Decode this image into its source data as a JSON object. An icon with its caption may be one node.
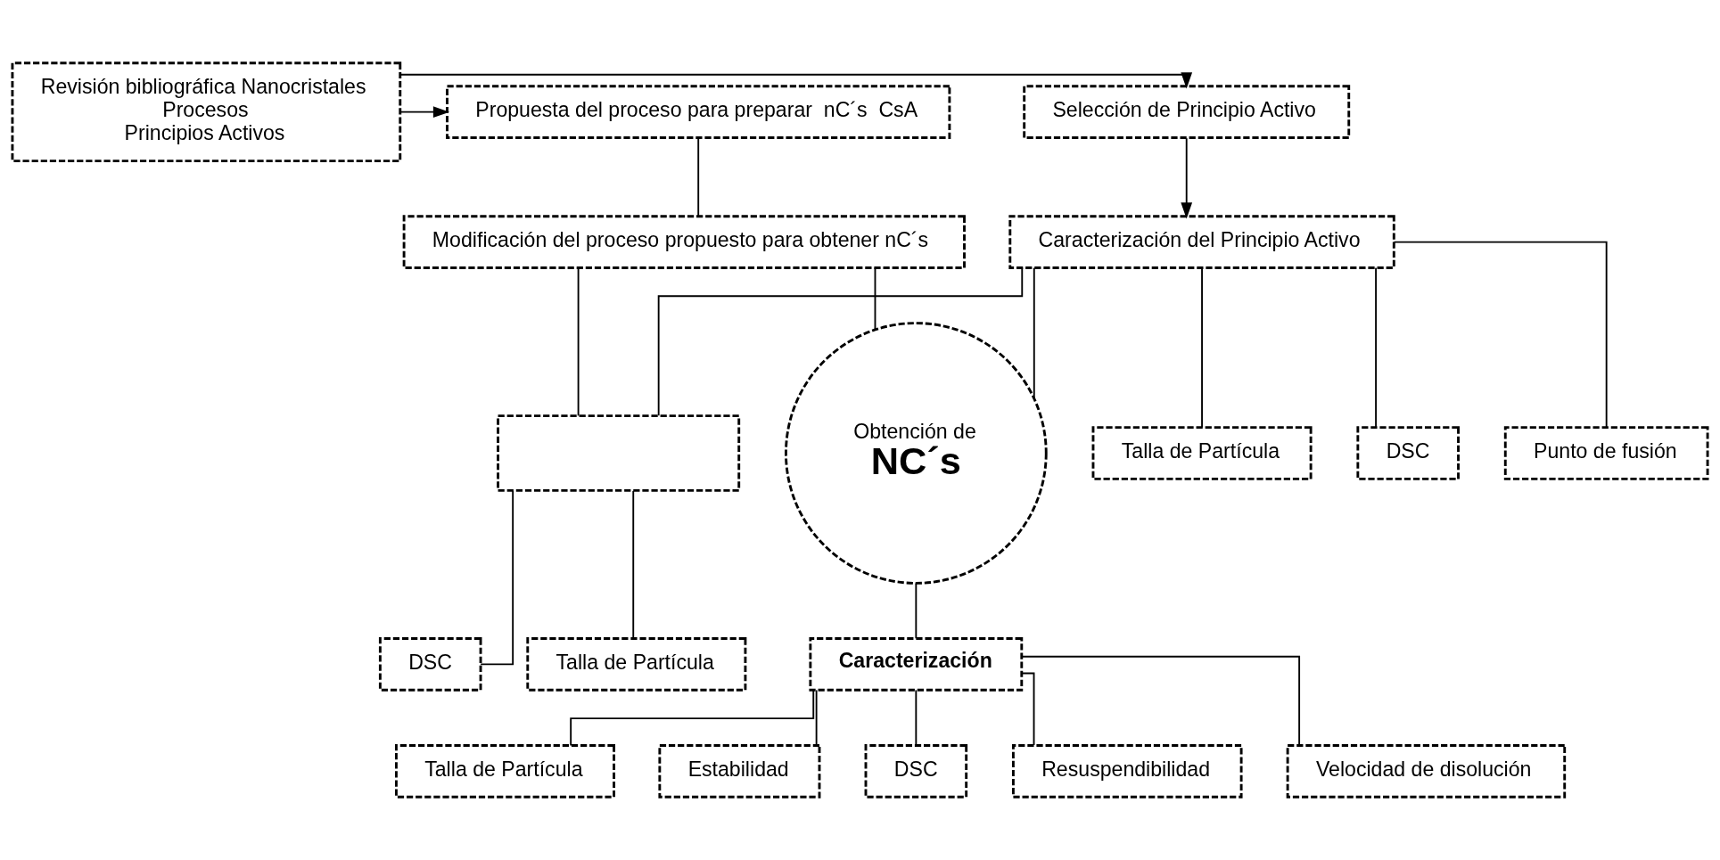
{
  "diagram": {
    "nodes": [
      {
        "text": [
          "Revisión bibliográfica Nanocristales",
          "Procesos",
          "Principios Activos"
        ]
      },
      {
        "text": [
          "Selección de Principio Activo"
        ]
      },
      {
        "text": [
          "Propuesta del proceso para preparar  nC´s  CsA"
        ]
      },
      {
        "text": [
          "Caracterización del Principio Activo"
        ]
      },
      {
        "text": [
          "Modificación del proceso propuesto para obtener nC´s"
        ]
      },
      {
        "text": [
          "Obtención de",
          "NC´s"
        ]
      },
      {
        "text": [
          "Talla de Partícula"
        ]
      },
      {
        "text": [
          "DSC"
        ]
      },
      {
        "text": [
          "Punto de fusión"
        ]
      },
      {
        "text": [
          "Caracterización"
        ]
      },
      {
        "text": [],
        "shape": "box"
      },
      {
        "text": [
          "Talla de Partícula"
        ]
      },
      {
        "text": [
          "DSC"
        ]
      },
      {
        "text": [
          "Talla de Partícula"
        ]
      },
      {
        "text": [
          "Estabilidad"
        ]
      },
      {
        "text": [
          "DSC"
        ]
      },
      {
        "text": [
          "Resuspendibilidad"
        ]
      },
      {
        "text": [
          "Velocidad de disolución"
        ]
      }
    ],
    "edges": [
      {
        "from": 0,
        "to": 1,
        "arrow": "to"
      },
      {
        "from": 0,
        "to": 2,
        "arrow": "to"
      },
      {
        "from": 1,
        "to": 3,
        "arrow": "to"
      },
      {
        "from": 2,
        "to": 4,
        "arrow": "none"
      },
      {
        "from": 3,
        "to": 5,
        "arrow": "none"
      },
      {
        "from": 4,
        "to": 5,
        "arrow": "none"
      },
      {
        "from": 3,
        "to": 10,
        "arrow": "none"
      },
      {
        "from": 4,
        "to": 10,
        "arrow": "none"
      },
      {
        "from": 3,
        "to": 6,
        "arrow": "none"
      },
      {
        "from": 3,
        "to": 7,
        "arrow": "none"
      },
      {
        "from": 3,
        "to": 8,
        "arrow": "none"
      },
      {
        "from": 5,
        "to": 9,
        "arrow": "none"
      },
      {
        "from": 10,
        "to": 11,
        "arrow": "none"
      },
      {
        "from": 10,
        "to": 12,
        "arrow": "none"
      },
      {
        "from": 9,
        "to": 13,
        "arrow": "none"
      },
      {
        "from": 9,
        "to": 14,
        "arrow": "none"
      },
      {
        "from": 9,
        "to": 15,
        "arrow": "none"
      },
      {
        "from": 9,
        "to": 16,
        "arrow": "none"
      },
      {
        "from": 9,
        "to": 17,
        "arrow": "none"
      }
    ]
  }
}
